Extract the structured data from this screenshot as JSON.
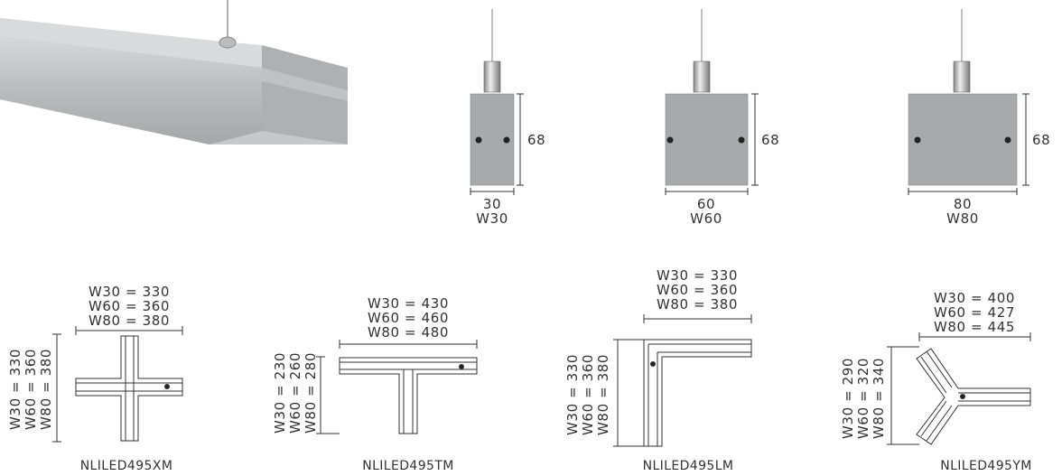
{
  "side_views": [
    {
      "height_label": "68",
      "width_label": "30",
      "variant": "W30"
    },
    {
      "height_label": "68",
      "width_label": "60",
      "variant": "W60"
    },
    {
      "height_label": "68",
      "width_label": "80",
      "variant": "W80"
    }
  ],
  "connectors": [
    {
      "code": "NLILED495XM",
      "horizontal": [
        "W30 = 330",
        "W60 = 360",
        "W80 = 380"
      ],
      "vertical": [
        "W30 = 330",
        "W60 = 360",
        "W80 = 380"
      ]
    },
    {
      "code": "NLILED495TM",
      "horizontal": [
        "W30 = 430",
        "W60 = 460",
        "W80 = 480"
      ],
      "vertical": [
        "W30 = 230",
        "W60 = 260",
        "W80 = 280"
      ]
    },
    {
      "code": "NLILED495LM",
      "horizontal": [
        "W30 = 330",
        "W60 = 360",
        "W80 = 380"
      ],
      "vertical": [
        "W30 = 330",
        "W60 = 360",
        "W80 = 380"
      ]
    },
    {
      "code": "NLILED495YM",
      "horizontal": [
        "W30 = 400",
        "W60 = 427",
        "W80 = 445"
      ],
      "vertical": [
        "W30 = 290",
        "W60 = 320",
        "W80 = 340"
      ]
    }
  ],
  "colors": {
    "profile": "#b4b6b8",
    "end_cap": "#9a9a9a",
    "line": "#333333"
  }
}
